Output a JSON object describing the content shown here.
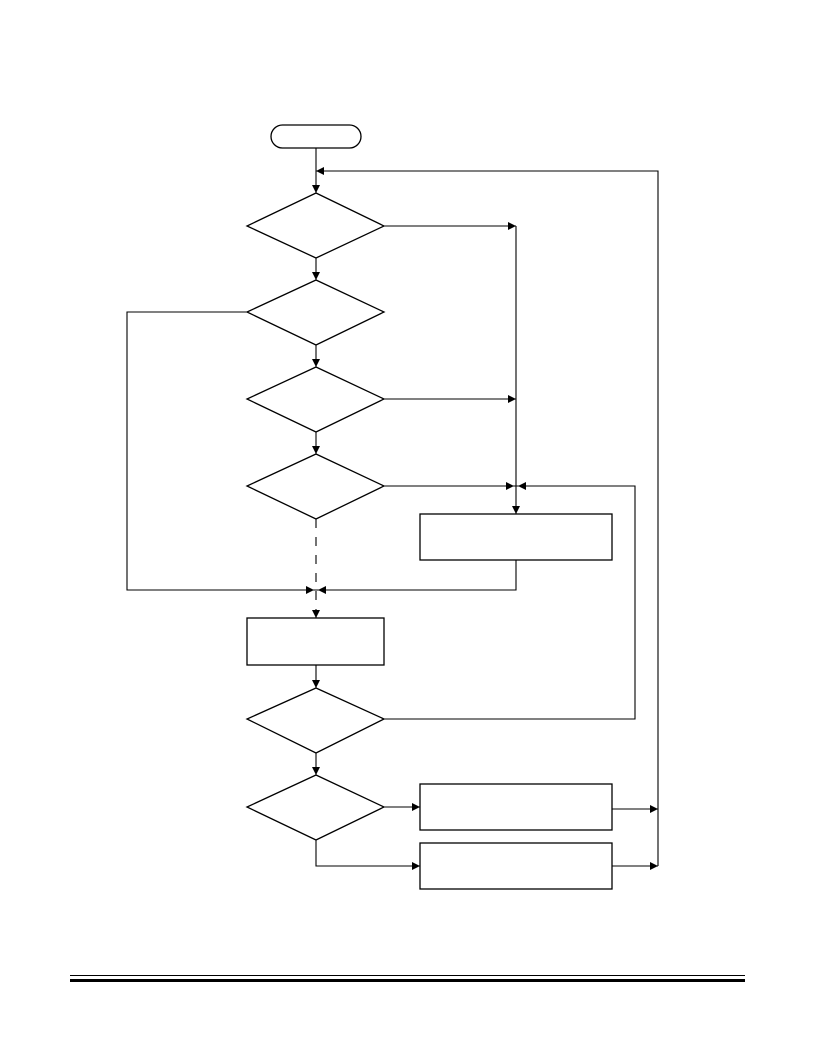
{
  "diagram": {
    "type": "flowchart",
    "line_color": "#000000",
    "background_color": "#ffffff",
    "nodes": [
      {
        "id": "start",
        "shape": "terminator",
        "label": ""
      },
      {
        "id": "decision-1",
        "shape": "diamond",
        "label": ""
      },
      {
        "id": "decision-2",
        "shape": "diamond",
        "label": ""
      },
      {
        "id": "decision-3",
        "shape": "diamond",
        "label": ""
      },
      {
        "id": "decision-4",
        "shape": "diamond",
        "label": ""
      },
      {
        "id": "process-right",
        "shape": "rectangle",
        "label": ""
      },
      {
        "id": "process-center",
        "shape": "rectangle",
        "label": ""
      },
      {
        "id": "decision-5",
        "shape": "diamond",
        "label": ""
      },
      {
        "id": "decision-6",
        "shape": "diamond",
        "label": ""
      },
      {
        "id": "process-bottom-1",
        "shape": "rectangle",
        "label": ""
      },
      {
        "id": "process-bottom-2",
        "shape": "rectangle",
        "label": ""
      }
    ],
    "edges": [
      {
        "from": "start",
        "to": "decision-1"
      },
      {
        "from": "decision-1",
        "to": "decision-2"
      },
      {
        "from": "decision-1",
        "to": "process-right"
      },
      {
        "from": "decision-2",
        "to": "decision-3"
      },
      {
        "from": "decision-2",
        "to": "process-center"
      },
      {
        "from": "decision-3",
        "to": "decision-4"
      },
      {
        "from": "decision-3",
        "to": "process-right"
      },
      {
        "from": "decision-4",
        "to": "process-right"
      },
      {
        "from": "decision-4",
        "to": "process-center",
        "style": "dashed"
      },
      {
        "from": "process-right",
        "to": "process-center"
      },
      {
        "from": "process-center",
        "to": "decision-5"
      },
      {
        "from": "decision-5",
        "to": "process-right"
      },
      {
        "from": "decision-5",
        "to": "decision-6"
      },
      {
        "from": "decision-6",
        "to": "process-bottom-1"
      },
      {
        "from": "decision-6",
        "to": "process-bottom-2"
      },
      {
        "from": "process-bottom-1",
        "to": "decision-1"
      },
      {
        "from": "process-bottom-2",
        "to": "decision-1"
      }
    ]
  }
}
